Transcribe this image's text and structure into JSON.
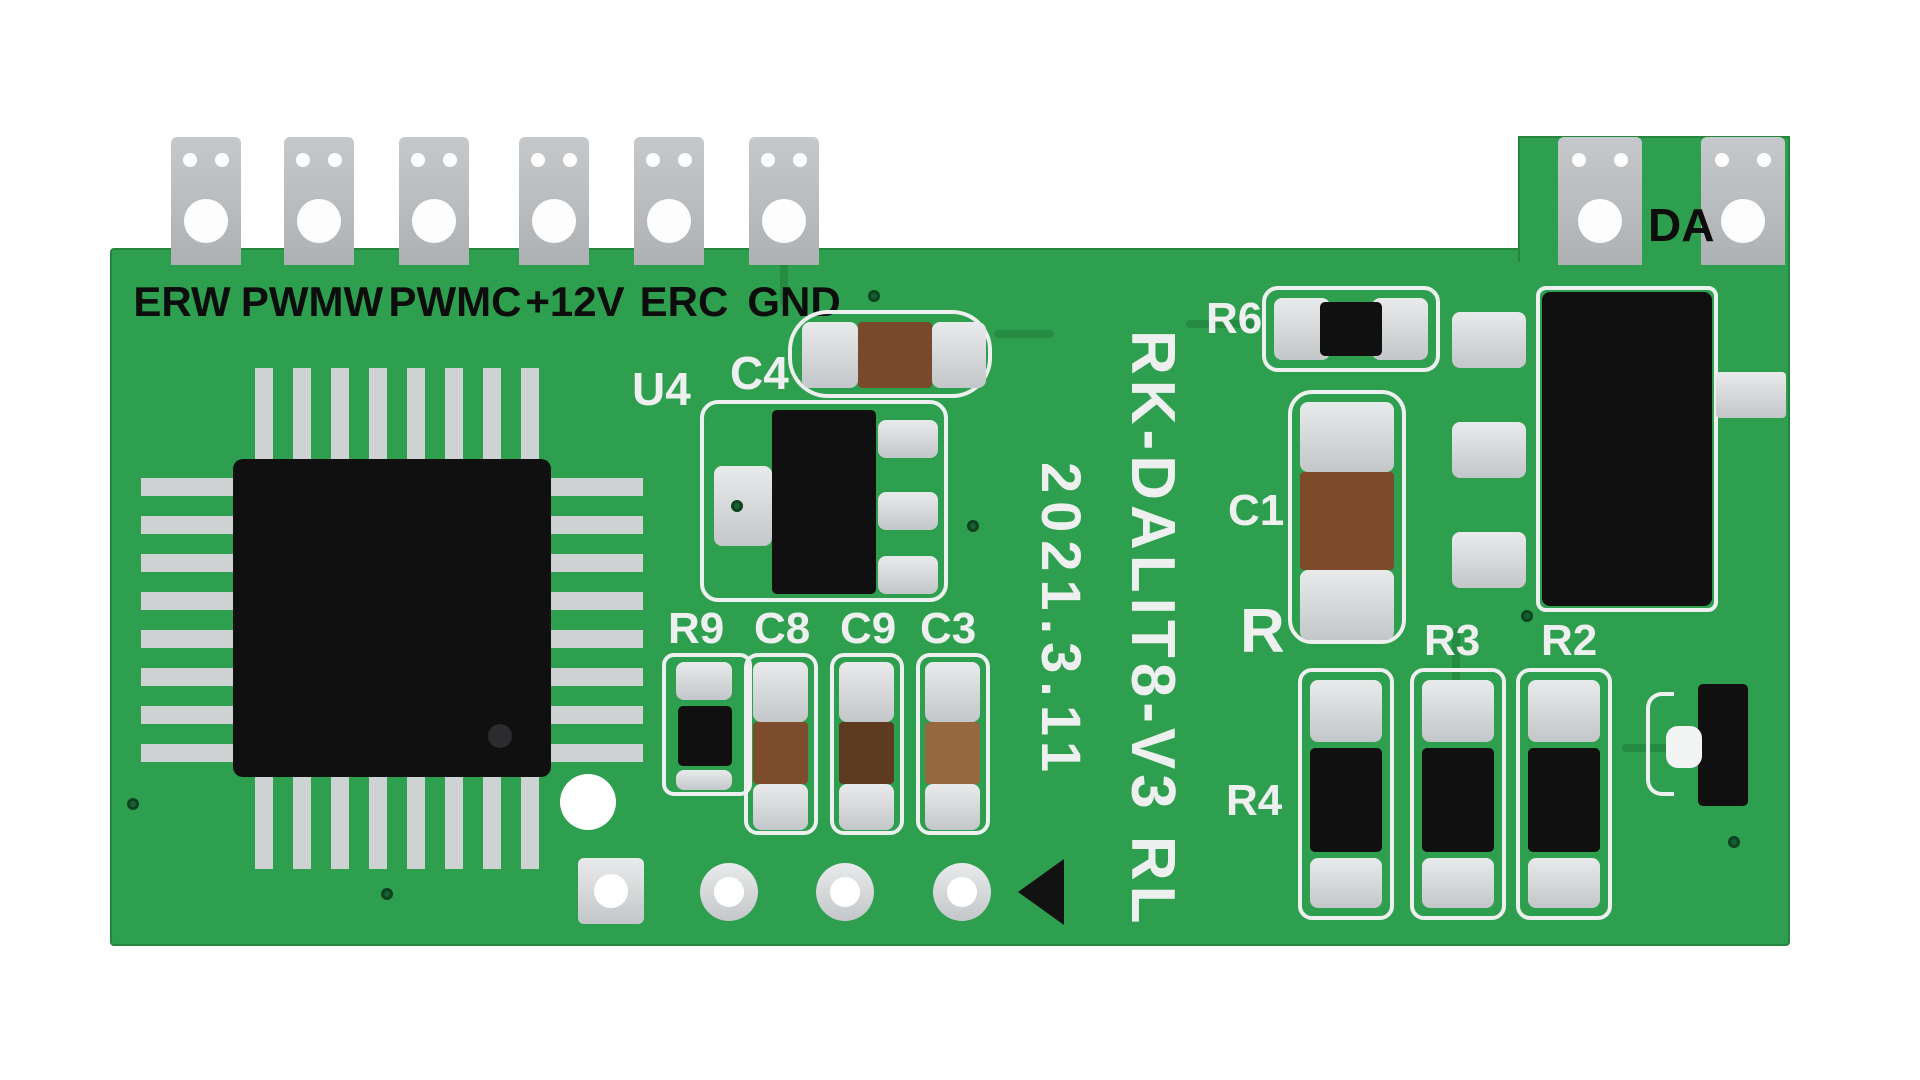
{
  "board": {
    "model": "RK-DALIT8-V3 RL",
    "date": "2021.3.11",
    "connector_labels": [
      "ERW",
      "PWMW",
      "PWMC",
      "+12V",
      "ERC",
      "GND"
    ],
    "da_label": "DA",
    "designators": {
      "u4": "U4",
      "c4": "C4",
      "r9": "R9",
      "c8": "C8",
      "c9": "C9",
      "c3": "C3",
      "r6": "R6",
      "c1": "C1",
      "r": "R",
      "r3": "R3",
      "r2": "R2",
      "r4": "R4"
    },
    "colors": {
      "pcb_green": "#2e9f4e",
      "silkscreen_white": "#edf0ee",
      "pad_silver": "#d6d9da",
      "component_black": "#101011",
      "capacitor_brown": "#7d4c2c",
      "terminal_gray": "#b9bcbd",
      "label_black": "#0d0d0d"
    }
  }
}
